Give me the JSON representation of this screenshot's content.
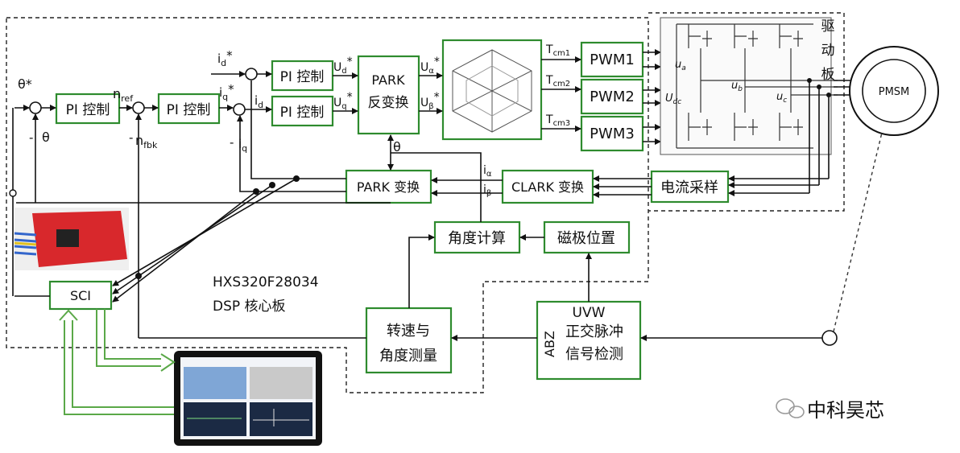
{
  "blocks": {
    "pi_speed": "PI 控制",
    "pi_speed2": "PI 控制",
    "pi_d": "PI 控制",
    "pi_q": "PI 控制",
    "park_inv_1": "PARK",
    "park_inv_2": "反变换",
    "pwm1": "PWM1",
    "pwm2": "PWM2",
    "pwm3": "PWM3",
    "park": "PARK 变换",
    "clark": "CLARK 变换",
    "current_sample": "电流采样",
    "angle_calc": "角度计算",
    "magnet_pos": "磁极位置",
    "speed_angle_1": "转速与",
    "speed_angle_2": "角度测量",
    "quad_1": "UVW",
    "quad_2": "正交脉冲",
    "quad_3": "信号检测",
    "quad_abz": "ABZ",
    "sci": "SCI",
    "pmsm": "PMSM"
  },
  "driver_label": [
    "驱",
    "动",
    "板"
  ],
  "dsp_label_1": "HXS320F28034",
  "dsp_label_2": "DSP 核心板",
  "signals": {
    "theta_star": "θ*",
    "theta": "θ",
    "theta_fb": "θ",
    "minus1": "-",
    "minus2": "-",
    "minus3": "-",
    "n_ref": "n",
    "n_ref_sub": "ref",
    "n_fbk": "n",
    "n_fbk_sub": "fbk",
    "id_star": "i",
    "id_star_sub": "d",
    "iq_star": "i",
    "iq_star_sub": "q",
    "id": "i",
    "id_sub": "d",
    "iq": "i",
    "iq_sub": "q",
    "ud": "U",
    "ud_sub": "d",
    "uq": "U",
    "uq_sub": "q",
    "ualpha": "U",
    "ualpha_sub": "α",
    "ubeta": "U",
    "ubeta_sub": "β",
    "tcm1": "T",
    "tcm1_sub": "cm1",
    "tcm2": "T",
    "tcm2_sub": "cm2",
    "tcm3": "T",
    "tcm3_sub": "cm3",
    "ialpha": "i",
    "ialpha_sub": "α",
    "ibeta": "i",
    "ibeta_sub": "β",
    "ua": "u",
    "ua_sub": "a",
    "ub": "u",
    "ub_sub": "b",
    "uc": "u",
    "uc_sub": "c",
    "udc": "U",
    "udc_sub": "dc"
  },
  "watermark": "中科昊芯",
  "colors": {
    "block_stroke": "#2e8b2e",
    "board_red": "#d8282c",
    "arrow_green": "#5aa848"
  }
}
